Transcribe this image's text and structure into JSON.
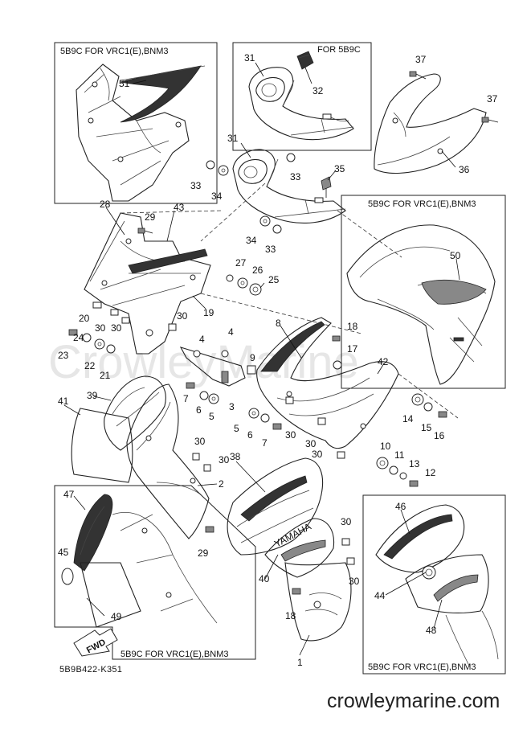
{
  "figure": {
    "watermark_text": "CrowleyMarine",
    "drawing_code": "5B9B422-K351",
    "site_url": "crowleymarine.com",
    "fwd_label": "FWD",
    "inset_boxes": [
      {
        "id": "top-left",
        "label": "5B9C FOR VRC1(E),BNM3"
      },
      {
        "id": "top-mid",
        "label": "FOR 5B9C"
      },
      {
        "id": "mid-right",
        "label": "5B9C FOR VRC1(E),BNM3"
      },
      {
        "id": "bottom-left",
        "label": "5B9C FOR VRC1(E),BNM3"
      },
      {
        "id": "bottom-right",
        "label": "5B9C FOR VRC1(E),BNM3"
      }
    ],
    "brand_on_part": "YAMAHA",
    "callouts": [
      "51",
      "31",
      "32",
      "37",
      "37",
      "36",
      "31",
      "33",
      "34",
      "33",
      "35",
      "34",
      "33",
      "28",
      "29",
      "43",
      "27",
      "26",
      "25",
      "50",
      "20",
      "30",
      "30",
      "19",
      "23",
      "24",
      "22",
      "21",
      "30",
      "4",
      "4",
      "8",
      "18",
      "17",
      "9",
      "42",
      "3",
      "7",
      "6",
      "5",
      "41",
      "39",
      "14",
      "15",
      "16",
      "5",
      "6",
      "7",
      "30",
      "30",
      "10",
      "11",
      "13",
      "12",
      "30",
      "30",
      "38",
      "30",
      "2",
      "30",
      "46",
      "47",
      "45",
      "29",
      "40",
      "30",
      "44",
      "49",
      "48",
      "18",
      "1"
    ]
  }
}
